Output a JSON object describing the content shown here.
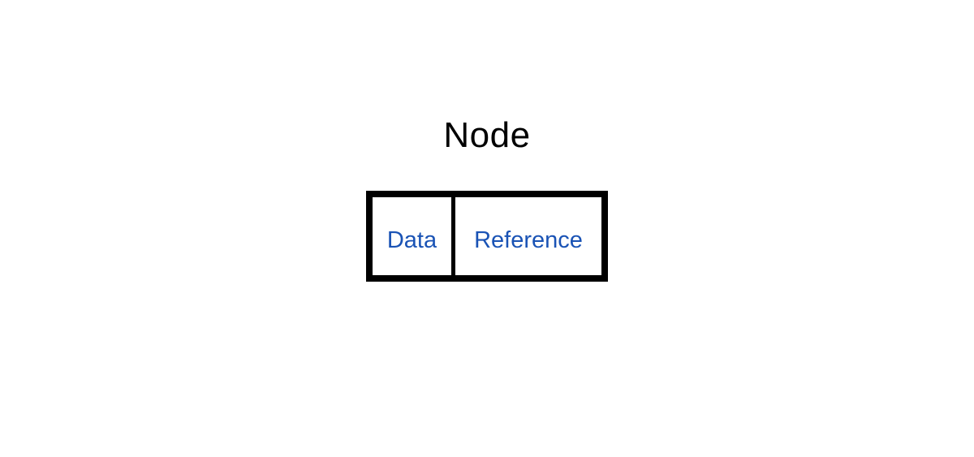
{
  "diagram": {
    "title": "Node",
    "node": {
      "cells": [
        {
          "id": "data",
          "label": "Data"
        },
        {
          "id": "reference",
          "label": "Reference"
        }
      ]
    },
    "colors": {
      "background": "#ffffff",
      "border": "#000000",
      "title_text": "#000000",
      "cell_text": "#1a53b5"
    }
  }
}
